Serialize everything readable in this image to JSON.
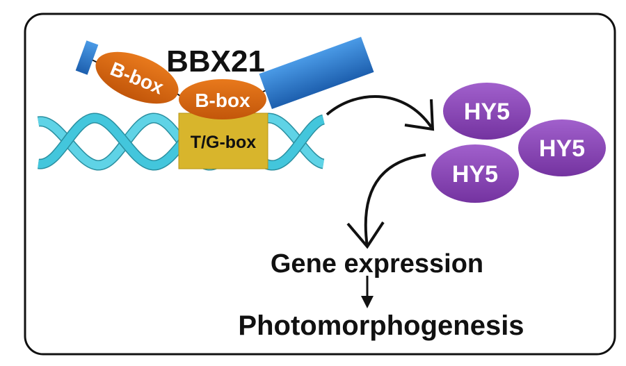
{
  "protein_label": "BBX21",
  "domains": [
    "B-box",
    "B-box"
  ],
  "dna_motif": "T/G-box",
  "hy5_labels": [
    "HY5",
    "HY5",
    "HY5"
  ],
  "outputs": {
    "gene_expression": "Gene expression",
    "photomorphogenesis": "Photomorphogenesis"
  },
  "colors": {
    "bbox": "#d9670f",
    "blue_domain": "#2f7fd0",
    "tg_box": "#d8b52c",
    "hy5": "#8a45b5",
    "dna": "#43c6dc"
  }
}
